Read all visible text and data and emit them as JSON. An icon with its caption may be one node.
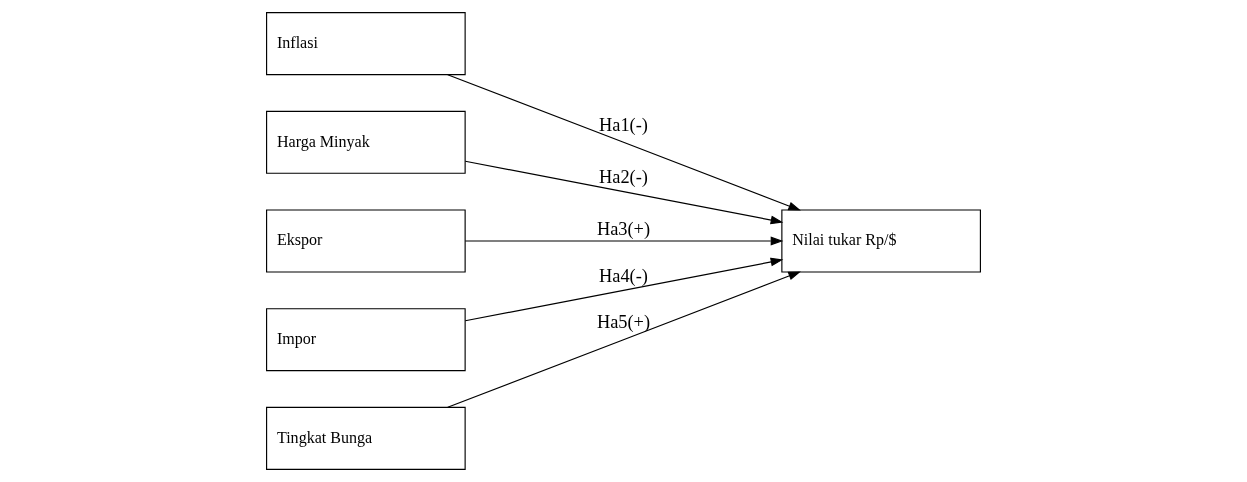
{
  "diagram": {
    "nodes": [
      {
        "text": [
          "Inflasi"
        ]
      },
      {
        "text": [
          "Harga Minyak"
        ]
      },
      {
        "text": [
          "Ekspor"
        ]
      },
      {
        "text": [
          "Impor"
        ]
      },
      {
        "text": [
          "Tingkat Bunga"
        ]
      },
      {
        "text": [
          "Nilai tukar Rp/$"
        ]
      }
    ],
    "edges": [
      {
        "from": 0,
        "to": 5,
        "arrow": "to",
        "label": "Ha1(-)"
      },
      {
        "from": 1,
        "to": 5,
        "arrow": "to",
        "label": "Ha2(-)"
      },
      {
        "from": 2,
        "to": 5,
        "arrow": "to",
        "label": "Ha3(+)"
      },
      {
        "from": 3,
        "to": 5,
        "arrow": "to",
        "label": "Ha4(-)"
      },
      {
        "from": 4,
        "to": 5,
        "arrow": "to",
        "label": "Ha5(+)"
      }
    ]
  }
}
